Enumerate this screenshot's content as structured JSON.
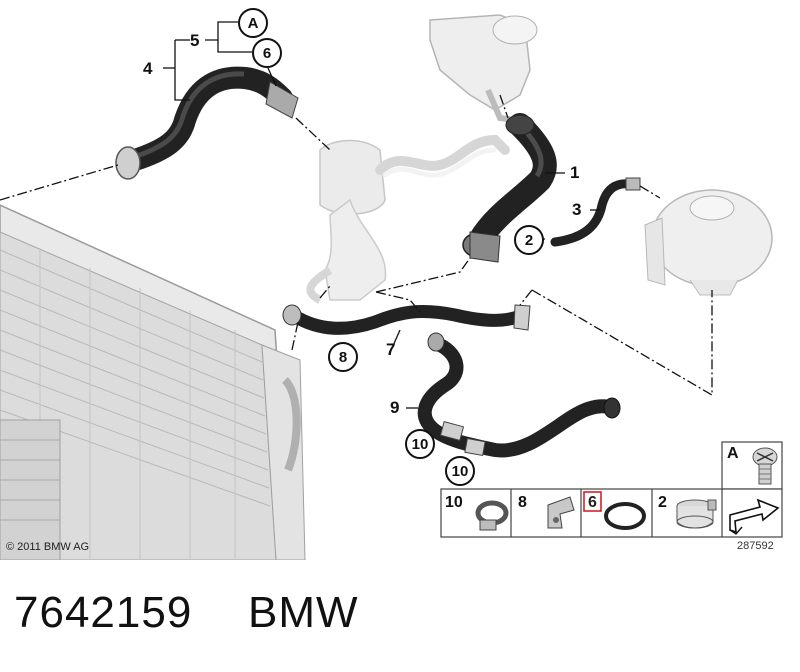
{
  "callouts": {
    "n1": "1",
    "n2": "2",
    "n3": "3",
    "n4": "4",
    "n5": "5",
    "nA": "A",
    "n6": "6",
    "n7": "7",
    "n8": "8",
    "n9": "9",
    "n10a": "10",
    "n10b": "10"
  },
  "legend": {
    "cells": [
      {
        "num": "10",
        "icon": "hose-clamp-icon"
      },
      {
        "num": "8",
        "icon": "bracket-icon"
      },
      {
        "num": "6",
        "icon": "o-ring-icon",
        "highlight": "#d9202a"
      },
      {
        "num": "2",
        "icon": "spring-band-clamp-icon"
      }
    ],
    "box_a": "A",
    "box_a_icon": "bleed-screw-icon",
    "arrow_icon": "direction-arrow-icon"
  },
  "copyright": "© 2011 BMW AG",
  "diagram_ref": "287592",
  "part_number": "7642159",
  "brand": "BMW"
}
